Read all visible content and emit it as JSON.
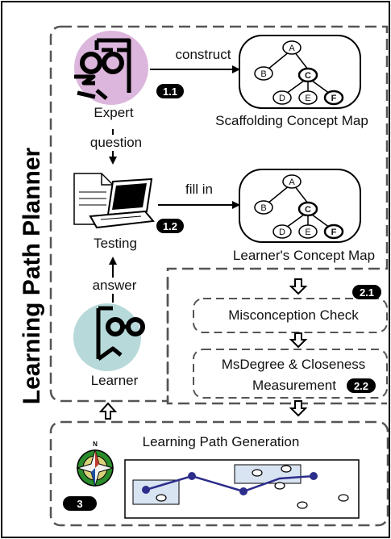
{
  "title": "Learning Path Planner",
  "actors": {
    "expert": "Expert",
    "testing": "Testing",
    "learner": "Learner"
  },
  "edges": {
    "construct": "construct",
    "question": "question",
    "fill_in": "fill in",
    "answer": "answer"
  },
  "maps": {
    "scaffolding": "Scaffolding Concept Map",
    "learner": "Learner's Concept Map",
    "nodes": [
      "A",
      "B",
      "C",
      "D",
      "E",
      "F"
    ]
  },
  "steps": {
    "misconception": "Misconception Check",
    "ms_line1": "MsDegree & Closeness",
    "ms_line2": "Measurement",
    "generation": "Learning Path Generation"
  },
  "badges": {
    "b11": "1.1",
    "b12": "1.2",
    "b21": "2.1",
    "b22": "2.2",
    "b3": "3"
  },
  "compass_label": "N",
  "colors": {
    "expert_bg": "#dcb6dd",
    "learner_bg": "#b7d9d9",
    "path_line": "#2d2d8c",
    "highlight_box": "#d9e4f2"
  }
}
